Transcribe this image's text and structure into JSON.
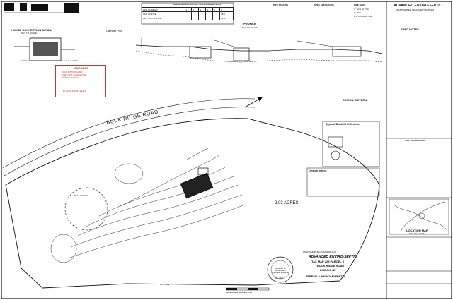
{
  "header": {
    "table_title": "ADVANCED ENVIRO-SEPTIC PIPE ELEVATIONS",
    "rows": [
      {
        "label": "LINE NUMBER",
        "cells": [
          "1",
          "2",
          "3",
          "4",
          "5",
          "6"
        ]
      },
      {
        "label": "TOP OF PIPE",
        "cells": [
          "",
          "",
          "",
          "",
          "",
          ""
        ],
        "tail": "98.6"
      },
      {
        "label": "BOTTOM OF PIPE",
        "cells": [
          "",
          "",
          "",
          "",
          "",
          ""
        ],
        "tail": "94.3"
      }
    ],
    "pipe_spacing_title": "PIPE SPACING",
    "spec_title": "SPEC ELEVATIONS",
    "pipe_sizes_title": "PIPE SIZES",
    "pipe_sizes": [
      "4\" SCH 40 PVC",
      "3\" PVC",
      "1.5\" CONNECTOR"
    ],
    "company_title": "ADVANCED ENVIRO-SEPTIC",
    "company_sub": "WASTEWATER TREATMENT SYSTEM"
  },
  "left": {
    "house_connection_title": "HOUSE CONNECTION DETAIL",
    "house_connection_sub": "NOT TO SCALE",
    "amended_title": "AMENDED",
    "amended_lines": [
      "PLAN APPROVAL NO.",
      "DOES NOT GUARANTEE",
      "WATER DIVISION"
    ],
    "amended_id": "eCA2019091114 A"
  },
  "profile": {
    "camper_pad": "Camper Pad",
    "title": "PROFILE",
    "sub": "NOT TO SCALE"
  },
  "spec_notes_title": "SPEC NOTES",
  "design_criteria_title": "DESIGN CRITERIA",
  "soil_info_title": "SOIL INFORMATION",
  "map": {
    "road_label": "BUCK RIDGE ROAD",
    "acres_label": "2.03 ACRES",
    "lot_line": "LOT LINE",
    "well_radius": "WELL RADIUS",
    "scale_label": "SITE PLAN SCALE 1\"=40'",
    "backfill_title": "Typical Backfill X-Section",
    "design_intent": "Design intent :"
  },
  "title_block": {
    "location_map_title": "LOCATION MAP",
    "location_map_sub": "NOT TO SCALE",
    "amended_plan": "AMENDED PLAN eCA2019091114",
    "system_name": "ADVANCED ENVIRO-SEPTIC",
    "tax_map": "TAX MAP 228 PARCEL 8",
    "road": "BUCK RIDGE ROAD",
    "town": "LISBON, NH",
    "owners": "JEREMY & NANCY PIMENTO",
    "designer_stamp": "Designer of Subsurface Disposal Systems",
    "designer_no": "No. 883"
  },
  "colors": {
    "ink": "#111111",
    "stamp_red": "#c0392b",
    "paper": "#ffffff"
  }
}
